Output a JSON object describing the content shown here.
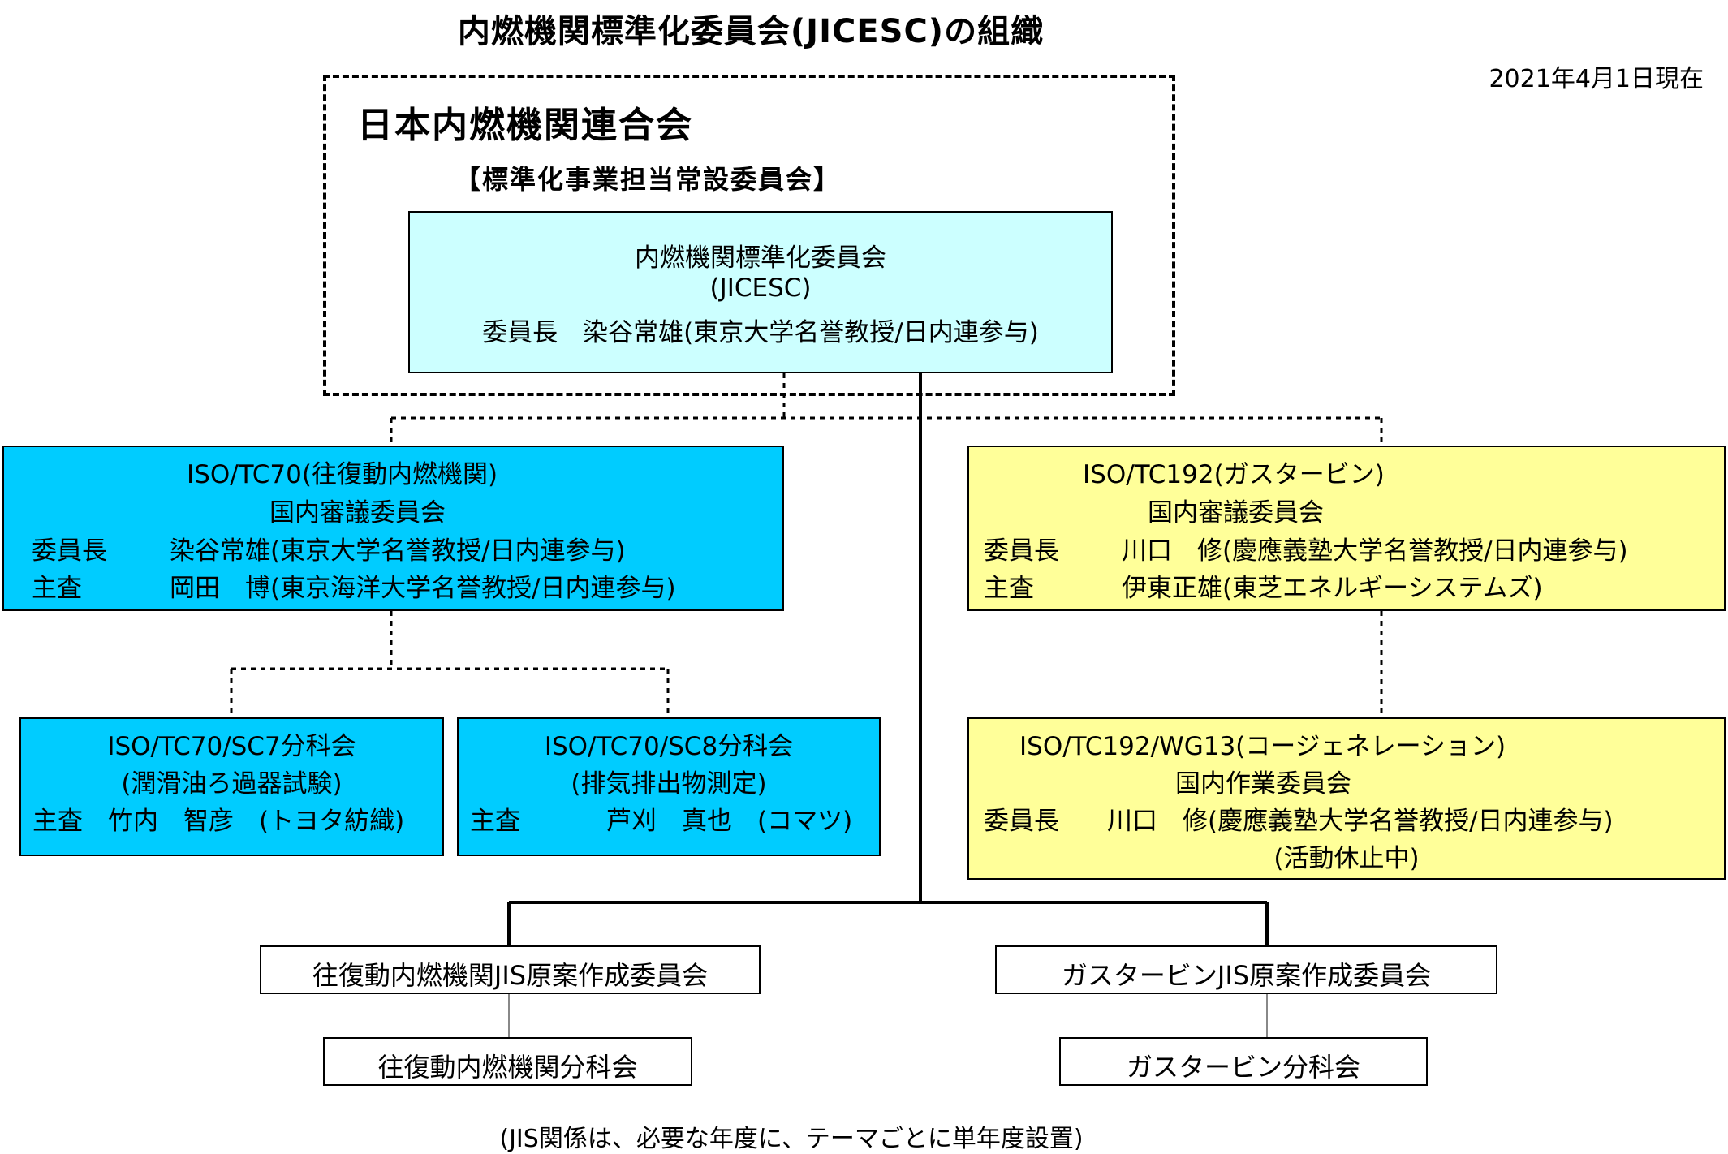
{
  "title": "内燃機関標準化委員会(JICESC)の組織",
  "date": "2021年4月1日現在",
  "association": "日本内燃機関連合会",
  "standing_committee": "【標準化事業担当常設委員会】",
  "jicesc": {
    "line1": "内燃機関標準化委員会",
    "line2": "(JICESC)",
    "line3": "委員長　染谷常雄(東京大学名誉教授/日内連参与)"
  },
  "tc70": {
    "line1": "ISO/TC70(往復動内燃機関)",
    "line2": "国内審議委員会",
    "chair_role": "委員長",
    "chair": "染谷常雄(東京大学名誉教授/日内連参与)",
    "secretary_role": "主査",
    "secretary": "岡田　博(東京海洋大学名誉教授/日内連参与)"
  },
  "tc192": {
    "line1": "ISO/TC192(ガスタービン)",
    "line2": "国内審議委員会",
    "chair_role": "委員長",
    "chair": "川口　修(慶應義塾大学名誉教授/日内連参与)",
    "secretary_role": "主査",
    "secretary": "伊東正雄(東芝エネルギーシステムズ)"
  },
  "sc7": {
    "line1": "ISO/TC70/SC7分科会",
    "line2": "(潤滑油ろ過器試験)",
    "line3": "主査　竹内　智彦　(トヨタ紡織)"
  },
  "sc8": {
    "line1": "ISO/TC70/SC8分科会",
    "line2": "(排気排出物測定)",
    "role": "主査",
    "person": "芦刈　真也　(コマツ)"
  },
  "wg13": {
    "line1": "ISO/TC192/WG13(コージェネレーション)",
    "line2": "国内作業委員会",
    "chair_role": "委員長",
    "chair": "川口　修(慶應義塾大学名誉教授/日内連参与)",
    "line4": "(活動休止中)"
  },
  "jis_recip": "往復動内燃機関JIS原案作成委員会",
  "jis_gas": "ガスタービンJIS原案作成委員会",
  "sub_recip": "往復動内燃機関分科会",
  "sub_gas": "ガスタービン分科会",
  "note": "(JIS関係は、必要な年度に、テーマごとに単年度設置)"
}
